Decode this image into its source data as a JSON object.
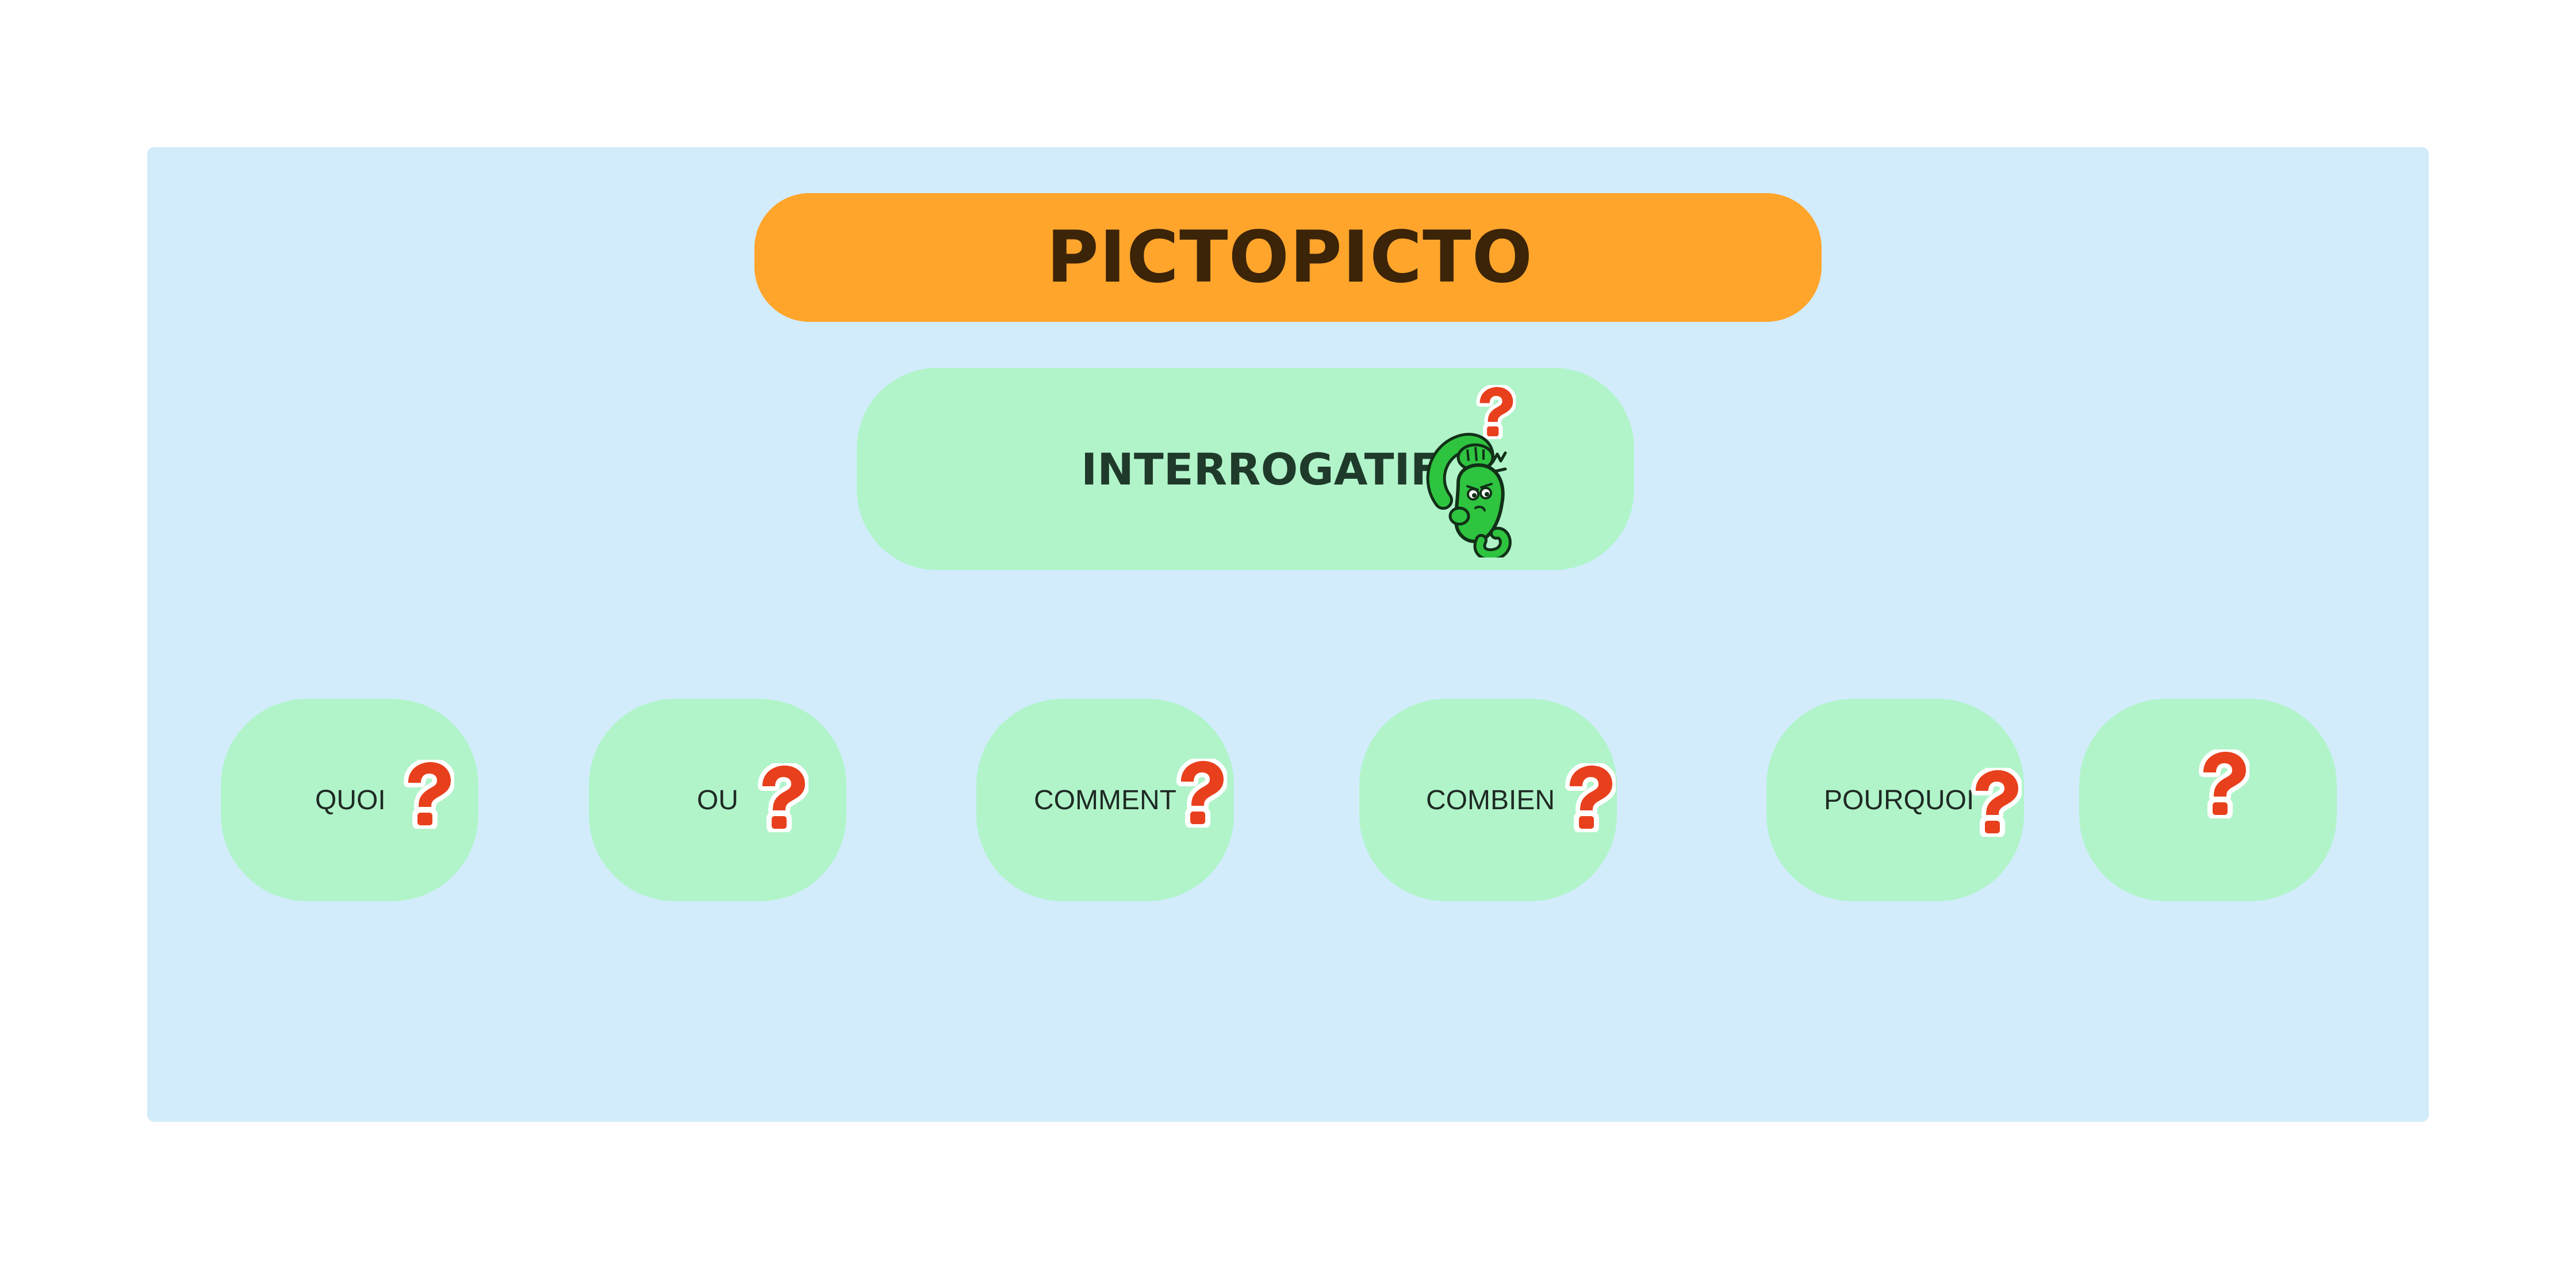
{
  "title": "PICTOPICTO",
  "main": {
    "label": "INTERROGATIF"
  },
  "words": [
    {
      "label": "QUOI"
    },
    {
      "label": "OU"
    },
    {
      "label": "COMMENT"
    },
    {
      "label": "COMBIEN"
    },
    {
      "label": "POURQUOI"
    },
    {
      "label": ""
    }
  ],
  "colors": {
    "board": "#d2ecfc",
    "title_bar": "#ffa52c",
    "title_text": "#3b2407",
    "pill": "#b1f4ca",
    "question_mark": "#e8401c",
    "mascot": "#2ec43f"
  },
  "icons": {
    "question": "question-mark-icon",
    "mascot": "thinking-mascot-icon"
  }
}
